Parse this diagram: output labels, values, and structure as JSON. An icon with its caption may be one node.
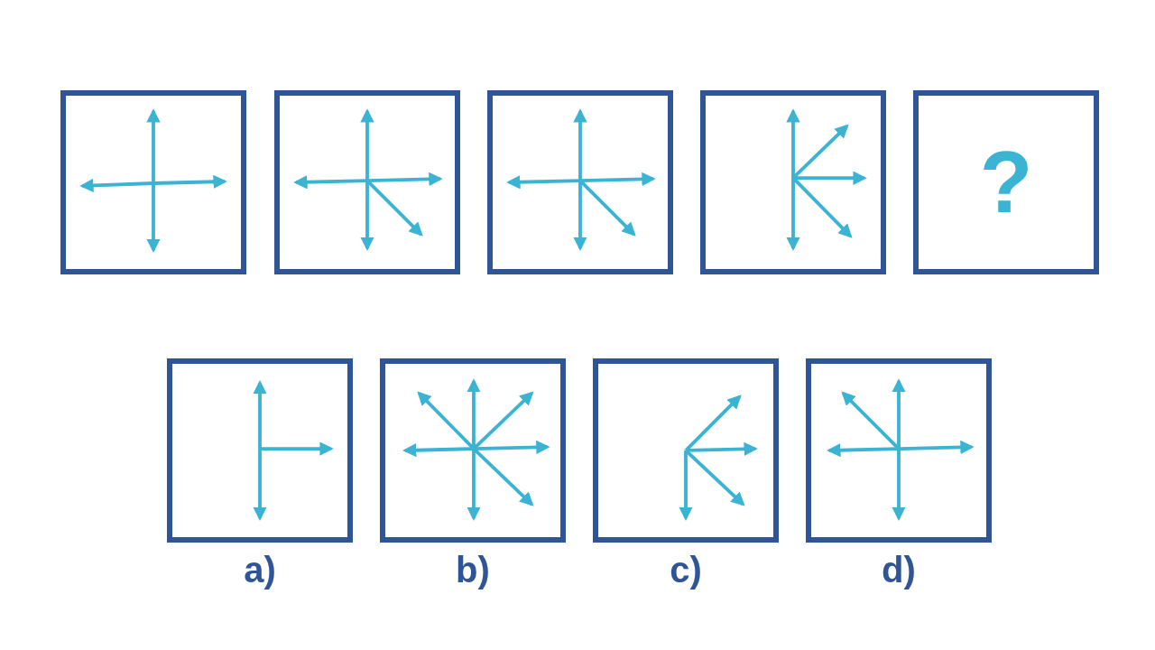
{
  "diagram": {
    "nodes": [
      {
        "text": [],
        "shape": "box"
      },
      {
        "text": [],
        "shape": "box"
      },
      {
        "text": [],
        "shape": "box"
      },
      {
        "text": [],
        "shape": "box"
      },
      {
        "text": [
          "?"
        ]
      },
      {
        "text": [],
        "shape": "box",
        "beside": [
          "a)"
        ]
      },
      {
        "text": [],
        "shape": "box",
        "beside": [
          "b)"
        ]
      },
      {
        "text": [],
        "shape": "box",
        "beside": [
          "c)"
        ]
      },
      {
        "text": [],
        "shape": "box",
        "beside": [
          "d)"
        ]
      }
    ]
  }
}
